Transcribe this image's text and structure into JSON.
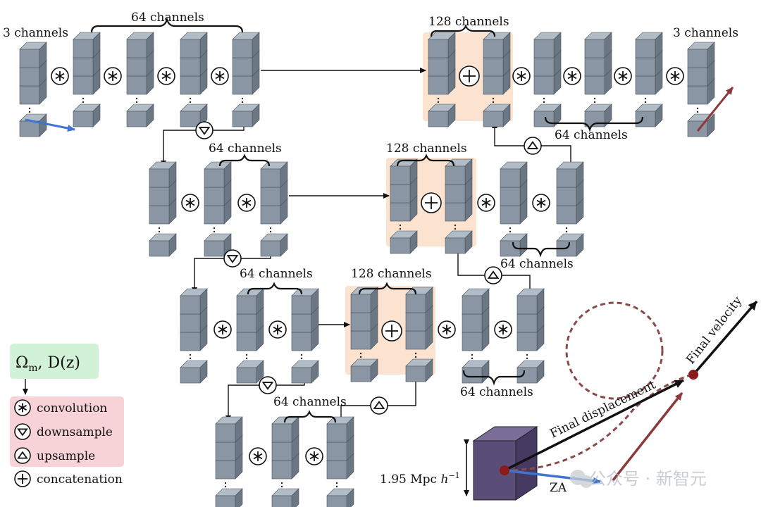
{
  "labels": {
    "in_channels": "3 channels",
    "out_channels": "3 channels",
    "l1_ch": "64 channels",
    "l1_cat": "128 channels",
    "l1_dec": "64 channels",
    "l2_ch": "64 channels",
    "l2_cat": "128 channels",
    "l2_dec": "64 channels",
    "l3_ch": "64 channels",
    "l3_cat": "128 channels",
    "l3_dec": "64 channels",
    "l4_ch": "64 channels"
  },
  "legend": {
    "params": "Ω",
    "params_sub": "m",
    "params_rest": ", D(z)",
    "conv": "convolution",
    "down": "downsample",
    "up": "upsample",
    "cat": "concatenation"
  },
  "physics": {
    "final_displacement": "Final displacement",
    "final_velocity": "Final velocity",
    "za": "ZA",
    "box_size": "1.95 Mpc ",
    "box_unit": "h",
    "box_exp": "−1"
  },
  "watermark": "公众号 · 新智元",
  "colors": {
    "cube_front": "#8a96a3",
    "cube_top": "#b2bcc6",
    "cube_side": "#6c7784",
    "cube_dark": "#505c68",
    "concat_bg": "#fbe3cf",
    "legend_param_bg": "#d2f2d8",
    "legend_ops_bg": "#f7d3d8",
    "input_arrow": "#3f74d1",
    "output_arrow": "#8b3a3a",
    "box_purple": "#5a4d78"
  }
}
